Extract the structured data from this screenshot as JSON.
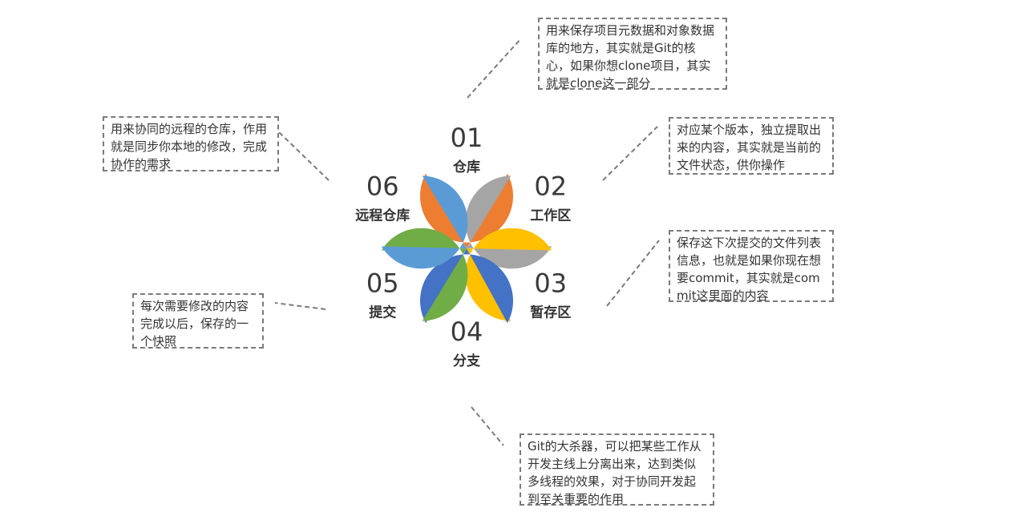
{
  "petals": [
    {
      "number": "01",
      "label": "仓库",
      "color": "#ED7D31"
    },
    {
      "number": "02",
      "label": "工作区",
      "color": "#A5A5A5"
    },
    {
      "number": "03",
      "label": "暂存区",
      "color": "#FFC000"
    },
    {
      "number": "04",
      "label": "分支",
      "color": "#4472C4"
    },
    {
      "number": "05",
      "label": "提交",
      "color": "#70AD47"
    },
    {
      "number": "06",
      "label": "远程仓库",
      "color": "#5B9BD5"
    }
  ],
  "notes": [
    {
      "text": "用来保存项目元数据和对象数据库的地方，其实就是Git的核心，如果你想clone项目，其实就是clone这一部分"
    },
    {
      "text": "对应某个版本，独立提取出来的内容，其实就是当前的文件状态，供你操作"
    },
    {
      "text": "保存这下次提交的文件列表信息，也就是如果你现在想要commit，其实就是commit这里面的内容"
    },
    {
      "text": "Git的大杀器，可以把某些工作从开发主线上分离出来，达到类似多线程的效果，对于协同开发起到至关重要的作用"
    },
    {
      "text": "每次需要修改的内容完成以后，保存的一个快照"
    },
    {
      "text": "用来协同的远程的仓库，作用就是同步你本地的修改，完成协作的需求"
    }
  ]
}
